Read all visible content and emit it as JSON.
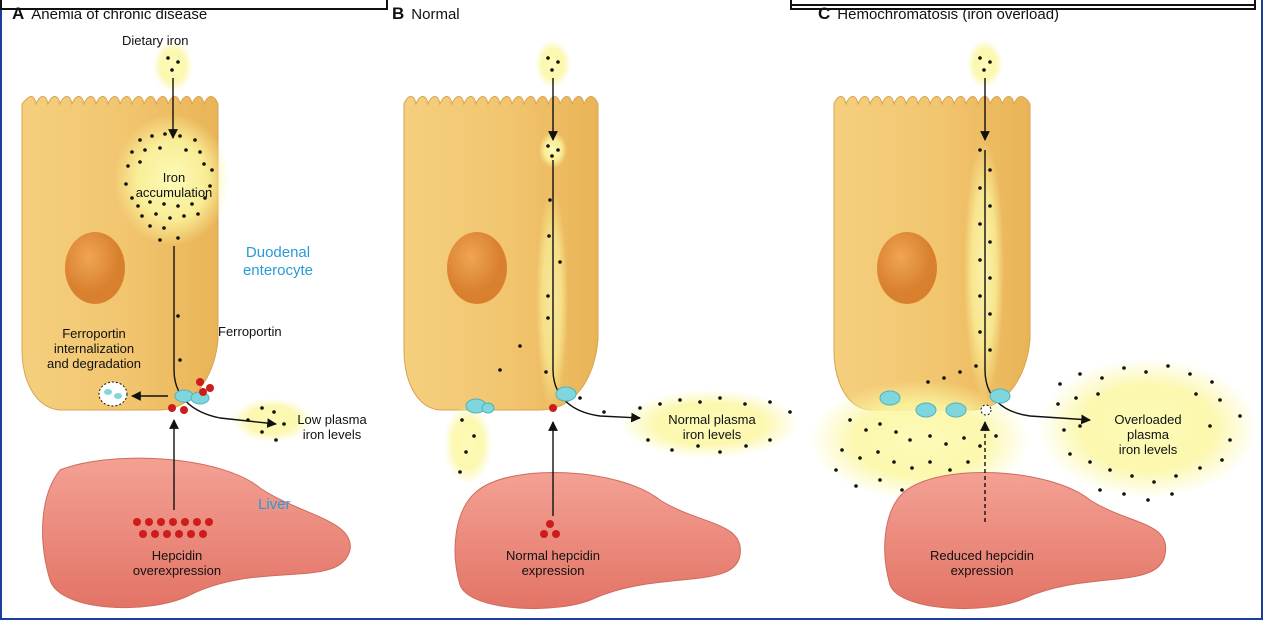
{
  "panels": {
    "a": {
      "letter": "A",
      "title": "Anemia of chronic disease"
    },
    "b": {
      "letter": "B",
      "title": "Normal"
    },
    "c": {
      "letter": "C",
      "title": "Hemochromatosis (iron overload)"
    }
  },
  "labels": {
    "dietary_iron": "Dietary iron",
    "iron_accumulation_1": "Iron",
    "iron_accumulation_2": "accumulation",
    "duodenal_1": "Duodenal",
    "duodenal_2": "enterocyte",
    "ferroportin": "Ferroportin",
    "internalization_1": "Ferroportin",
    "internalization_2": "internalization",
    "internalization_3": "and degradation",
    "low_plasma_1": "Low plasma",
    "low_plasma_2": "iron levels",
    "liver": "Liver",
    "hepcidin_over_1": "Hepcidin",
    "hepcidin_over_2": "overexpression",
    "normal_plasma_1": "Normal plasma",
    "normal_plasma_2": "iron levels",
    "normal_hepcidin_1": "Normal hepcidin",
    "normal_hepcidin_2": "expression",
    "overloaded_1": "Overloaded",
    "overloaded_2": "plasma",
    "overloaded_3": "iron levels",
    "reduced_hepcidin_1": "Reduced hepcidin",
    "reduced_hepcidin_2": "expression"
  },
  "colors": {
    "cell": "#f1c46c",
    "nucleus": "#e5923d",
    "liver": "#ee8a7f",
    "glow": "#fbf7a0",
    "ferroportin": "#7fd7dd",
    "hepcidin": "#cc1c1c",
    "accent_text": "#2a9ad6",
    "frame": "#1c3f9f"
  }
}
